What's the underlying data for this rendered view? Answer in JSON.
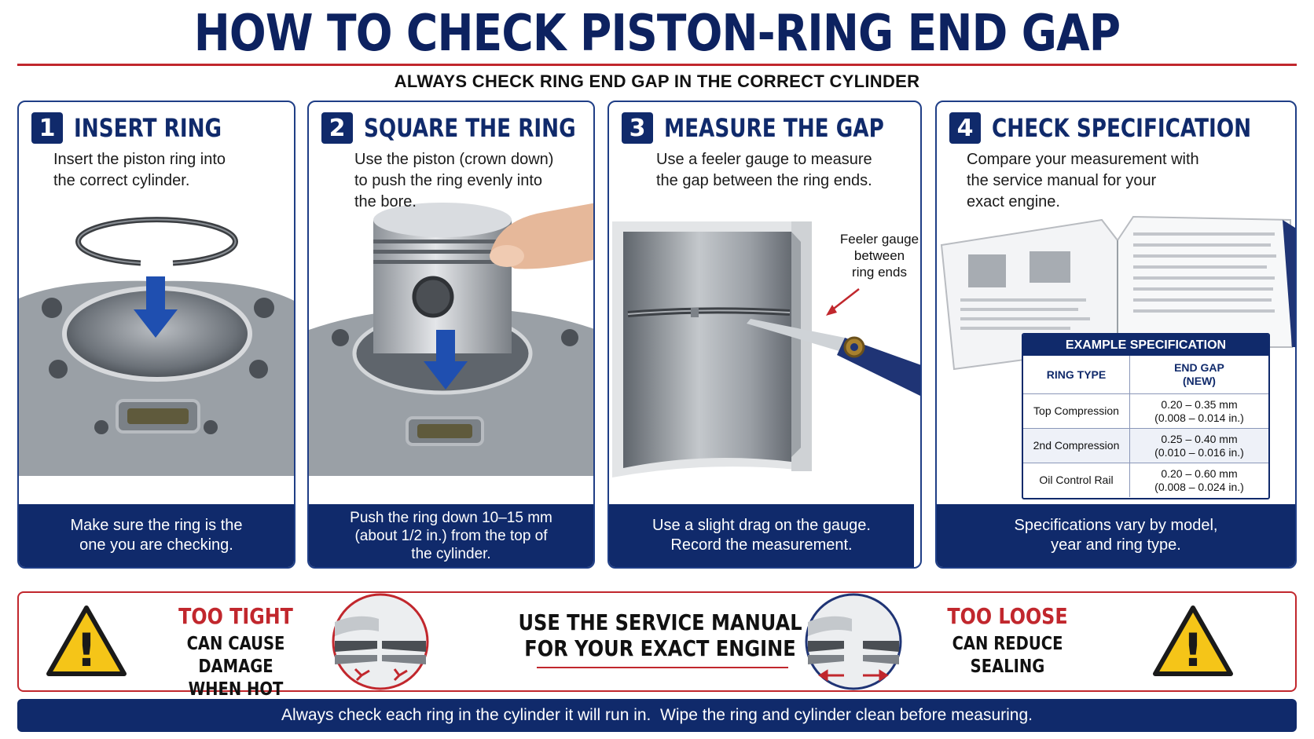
{
  "title": "HOW TO CHECK PISTON-RING END GAP",
  "subtitle": "ALWAYS CHECK RING END GAP IN THE CORRECT CYLINDER",
  "steps": [
    {
      "number": "1",
      "title": "INSERT RING",
      "text": "Insert the piston ring into\nthe correct cylinder.",
      "footer": "Make sure the ring is the\none you are checking."
    },
    {
      "number": "2",
      "title": "SQUARE THE RING",
      "text": "Use the piston (crown down)\nto push the ring evenly into\nthe bore.",
      "footer": "Push the ring down 10–15 mm\n(about 1/2 in.) from the top of\nthe cylinder."
    },
    {
      "number": "3",
      "title": "MEASURE THE GAP",
      "text": "Use a feeler gauge to measure\nthe gap between the ring ends.",
      "callout": "Feeler gauge\nbetween\nring ends",
      "footer": "Use a slight drag on the gauge.\nRecord the measurement."
    },
    {
      "number": "4",
      "title": "CHECK SPECIFICATION",
      "text": "Compare your measurement with\nthe service manual for your\nexact engine.",
      "footer": "Specifications vary by model,\nyear and ring type."
    }
  ],
  "spec_table": {
    "caption": "EXAMPLE SPECIFICATION",
    "headers": [
      "RING TYPE",
      "END GAP\n(NEW)"
    ],
    "rows": [
      [
        "Top Compression",
        "0.20 – 0.35 mm\n(0.008 – 0.014 in.)"
      ],
      [
        "2nd Compression",
        "0.25 – 0.40 mm\n(0.010 – 0.016 in.)"
      ],
      [
        "Oil Control Rail",
        "0.20 – 0.60 mm\n(0.008 – 0.024 in.)"
      ]
    ]
  },
  "warnings": {
    "tight": {
      "title": "TOO TIGHT",
      "text": "CAN CAUSE DAMAGE\nWHEN HOT"
    },
    "center": "USE THE SERVICE MANUAL\nFOR YOUR EXACT ENGINE",
    "loose": {
      "title": "TOO LOOSE",
      "text": "CAN REDUCE\nSEALING"
    },
    "symbol": "!"
  },
  "bottom_note": "Always check each ring in the cylinder it will run in.  Wipe the ring and cylinder clean before measuring.",
  "colors": {
    "navy": "#102a6b",
    "red": "#c1272d",
    "warning_yellow": "#f5c518"
  },
  "icons": [
    "down-arrow-icon",
    "warning-triangle-icon",
    "red-arrow-icon",
    "spark-icon",
    "gap-arrows-icon"
  ]
}
